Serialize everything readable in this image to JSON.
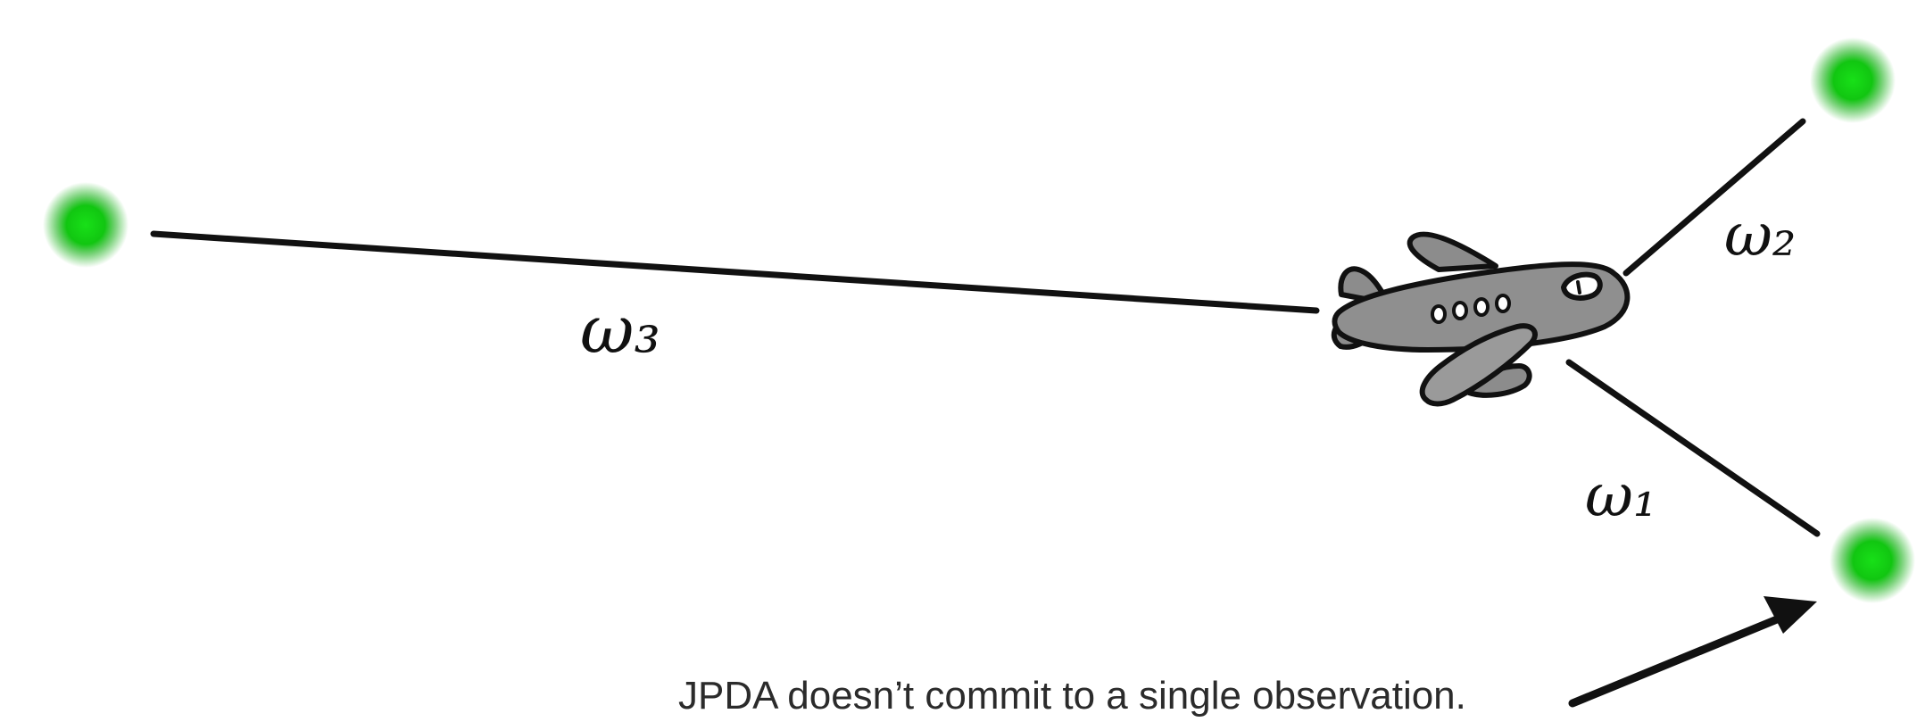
{
  "diagram": {
    "edges": [
      {
        "from": "observation-left",
        "to": "aircraft",
        "weight_label": "ω₃"
      },
      {
        "from": "aircraft",
        "to": "observation-top-right",
        "weight_label": "ω₂"
      },
      {
        "from": "aircraft",
        "to": "observation-bottom-right",
        "weight_label": "ω₁"
      }
    ],
    "nodes": {
      "observations": [
        {
          "id": "observation-left",
          "color": "#11c611"
        },
        {
          "id": "observation-top-right",
          "color": "#11c611"
        },
        {
          "id": "observation-bottom-right",
          "color": "#11c611"
        }
      ],
      "aircraft": {
        "icon": "airplane-icon",
        "fill": "#8f8f8f",
        "stroke": "#111111"
      }
    },
    "annotation": {
      "text": "JPDA doesn’t commit to a single observation.",
      "arrow_target": "observation-bottom-right"
    }
  }
}
